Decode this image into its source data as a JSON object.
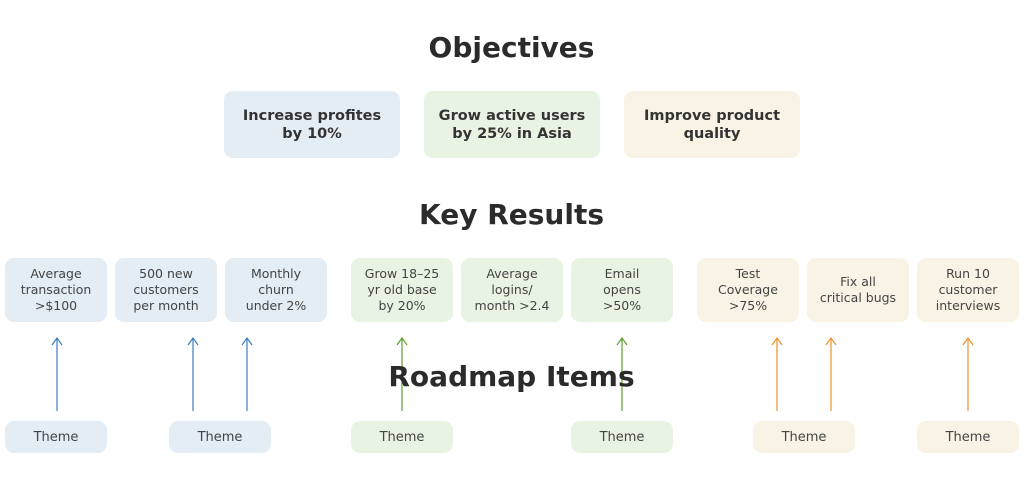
{
  "headings": {
    "objectives": "Objectives",
    "key_results": "Key Results",
    "roadmap_items": "Roadmap Items"
  },
  "objectives": [
    {
      "label": "Increase profites\nby 10%",
      "color": "#e4ecf4"
    },
    {
      "label": "Grow active users\nby 25% in Asia",
      "color": "#e9f3e3"
    },
    {
      "label": "Improve product\nquality",
      "color": "#f9f3e6"
    }
  ],
  "key_results": [
    {
      "label": "Average\ntransaction\n>$100",
      "group": "blue"
    },
    {
      "label": "500 new\ncustomers\nper month",
      "group": "blue"
    },
    {
      "label": "Monthly\nchurn\nunder 2%",
      "group": "blue"
    },
    {
      "label": "Grow 18–25\nyr old base\nby 20%",
      "group": "green"
    },
    {
      "label": "Average\nlogins/\nmonth >2.4",
      "group": "green"
    },
    {
      "label": "Email\nopens\n>50%",
      "group": "green"
    },
    {
      "label": "Test\nCoverage\n>75%",
      "group": "orange"
    },
    {
      "label": "Fix all\ncritical bugs",
      "group": "orange"
    },
    {
      "label": "Run 10\ncustomer\ninterviews",
      "group": "orange"
    }
  ],
  "themes": [
    {
      "label": "Theme",
      "group": "blue"
    },
    {
      "label": "Theme",
      "group": "blue"
    },
    {
      "label": "Theme",
      "group": "green"
    },
    {
      "label": "Theme",
      "group": "green"
    },
    {
      "label": "Theme",
      "group": "orange"
    },
    {
      "label": "Theme",
      "group": "orange"
    }
  ],
  "colors": {
    "blue_fill": "#e4ecf4",
    "green_fill": "#e9f3e3",
    "orange_fill": "#f9f3e6",
    "blue_arrow": "#3a7fc1",
    "green_arrow": "#5aa02c",
    "orange_arrow": "#f0912e"
  }
}
